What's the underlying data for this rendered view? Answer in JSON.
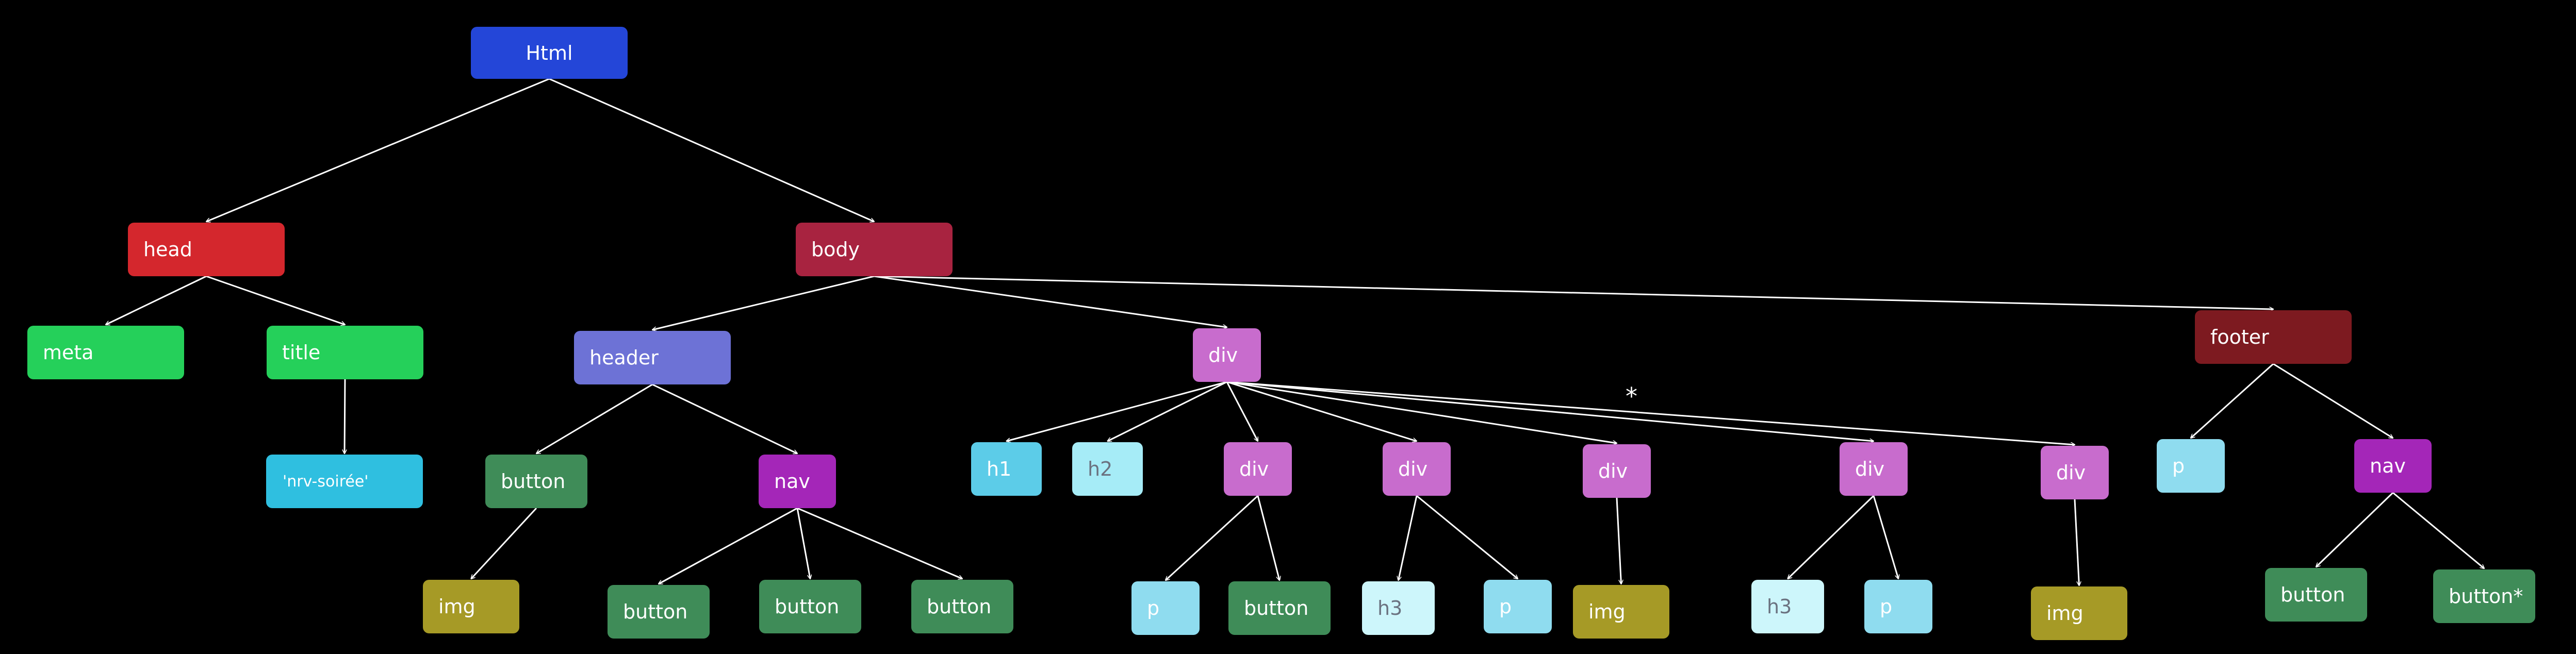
{
  "diagram": {
    "nodes": {
      "html": {
        "label": "Html",
        "color": "#2446d8"
      },
      "head": {
        "label": "head",
        "color": "#d4272d"
      },
      "body": {
        "label": "body",
        "color": "#a82340"
      },
      "meta": {
        "label": "meta",
        "color": "#25d05a"
      },
      "title": {
        "label": "title",
        "color": "#25d05a"
      },
      "title_text": {
        "label": "'nrv-soirée'",
        "color": "#2fbfe0"
      },
      "header": {
        "label": "header",
        "color": "#6d72d6"
      },
      "header_button": {
        "label": "button",
        "color": "#3f8c58"
      },
      "header_img": {
        "label": "img",
        "color": "#a69a26"
      },
      "header_nav": {
        "label": "nav",
        "color": "#a426b8"
      },
      "nav_button_1": {
        "label": "button",
        "color": "#3f8c58"
      },
      "nav_button_2": {
        "label": "button",
        "color": "#3f8c58"
      },
      "nav_button_3": {
        "label": "button",
        "color": "#3f8c58"
      },
      "main_div": {
        "label": "div",
        "color": "#c86ccd"
      },
      "h1": {
        "label": "h1",
        "color": "#5ccce8"
      },
      "h2": {
        "label": "h2",
        "color": "#a6ecf7"
      },
      "div_1": {
        "label": "div",
        "color": "#c86ccd"
      },
      "div_1_p": {
        "label": "p",
        "color": "#8fdcef"
      },
      "div_1_button": {
        "label": "button",
        "color": "#3f8c58"
      },
      "div_2": {
        "label": "div",
        "color": "#c86ccd"
      },
      "div_2_h3": {
        "label": "h3",
        "color": "#cdf6fb"
      },
      "div_2_p": {
        "label": "p",
        "color": "#8fdcef"
      },
      "div_3": {
        "label": "div",
        "color": "#c86ccd"
      },
      "div_3_img": {
        "label": "img",
        "color": "#a69a26"
      },
      "div_4": {
        "label": "div",
        "color": "#c86ccd"
      },
      "div_4_h3": {
        "label": "h3",
        "color": "#cdf6fb"
      },
      "div_4_p": {
        "label": "p",
        "color": "#8fdcef"
      },
      "div_5": {
        "label": "div",
        "color": "#c86ccd"
      },
      "div_5_img": {
        "label": "img",
        "color": "#a69a26"
      },
      "footer": {
        "label": "footer",
        "color": "#7d1a20"
      },
      "footer_p": {
        "label": "p",
        "color": "#8fdcef"
      },
      "footer_nav": {
        "label": "nav",
        "color": "#a426b8"
      },
      "footer_button_1": {
        "label": "button",
        "color": "#3f8c58"
      },
      "footer_button_2": {
        "label": "button*",
        "color": "#3f8c58"
      }
    },
    "edges": [
      [
        "html",
        "head"
      ],
      [
        "html",
        "body"
      ],
      [
        "head",
        "meta"
      ],
      [
        "head",
        "title"
      ],
      [
        "title",
        "title_text"
      ],
      [
        "body",
        "header"
      ],
      [
        "body",
        "main_div"
      ],
      [
        "body",
        "footer"
      ],
      [
        "header",
        "header_button"
      ],
      [
        "header",
        "header_nav"
      ],
      [
        "header_button",
        "header_img"
      ],
      [
        "header_nav",
        "nav_button_1"
      ],
      [
        "header_nav",
        "nav_button_2"
      ],
      [
        "header_nav",
        "nav_button_3"
      ],
      [
        "main_div",
        "h1"
      ],
      [
        "main_div",
        "h2"
      ],
      [
        "main_div",
        "div_1"
      ],
      [
        "main_div",
        "div_2"
      ],
      [
        "main_div",
        "div_3"
      ],
      [
        "main_div",
        "div_4"
      ],
      [
        "main_div",
        "div_5"
      ],
      [
        "div_1",
        "div_1_p"
      ],
      [
        "div_1",
        "div_1_button"
      ],
      [
        "div_2",
        "div_2_h3"
      ],
      [
        "div_2",
        "div_2_p"
      ],
      [
        "div_3",
        "div_3_img"
      ],
      [
        "div_4",
        "div_4_h3"
      ],
      [
        "div_4",
        "div_4_p"
      ],
      [
        "div_5",
        "div_5_img"
      ],
      [
        "footer",
        "footer_p"
      ],
      [
        "footer",
        "footer_nav"
      ],
      [
        "footer_nav",
        "footer_button_1"
      ],
      [
        "footer_nav",
        "footer_button_2"
      ]
    ],
    "annotation": "*",
    "edge_color": "#ffffff"
  }
}
